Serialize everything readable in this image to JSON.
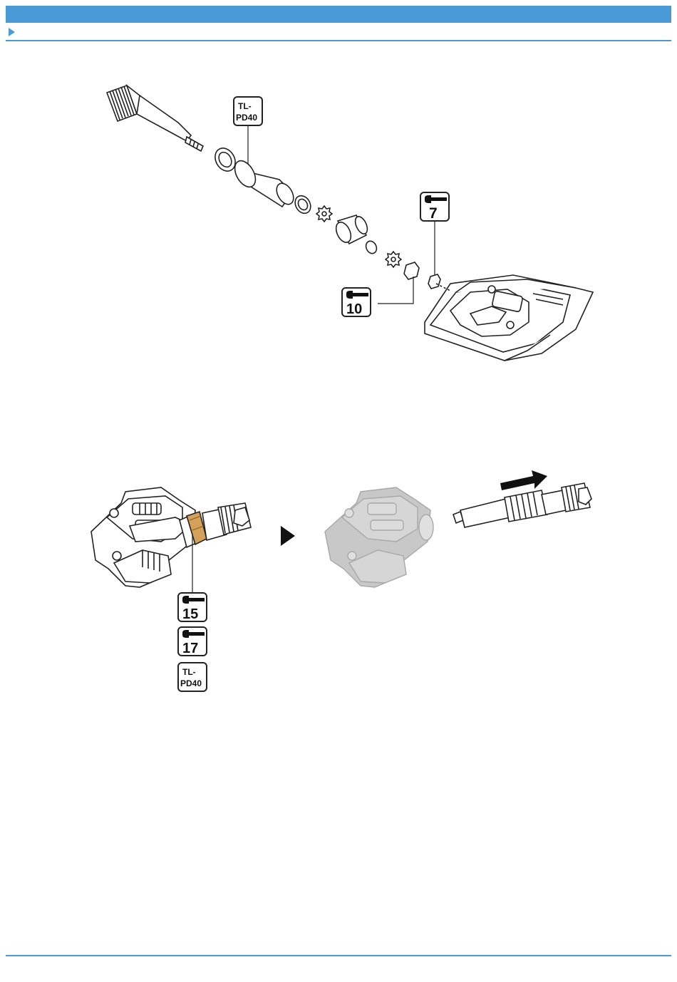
{
  "colors": {
    "accent": "#4a9ad8",
    "highlight_nut": "#d4a05a",
    "faded": "#c8c8c8"
  },
  "diagram_top": {
    "tool_badge_top": {
      "line1": "TL-",
      "line2": "PD40",
      "icon": "tool-badge"
    },
    "wrench_badge_7": {
      "value": "7",
      "icon": "wrench-icon"
    },
    "wrench_badge_10": {
      "value": "10",
      "icon": "wrench-icon"
    }
  },
  "diagram_bottom": {
    "wrench_badge_15": {
      "value": "15",
      "icon": "wrench-icon"
    },
    "wrench_badge_17": {
      "value": "17",
      "icon": "wrench-icon"
    },
    "tool_badge_bottom": {
      "line1": "TL-",
      "line2": "PD40",
      "icon": "tool-badge"
    },
    "step_arrow_icon": "play-arrow-icon",
    "pull_direction_icon": "right-arrow-icon"
  }
}
